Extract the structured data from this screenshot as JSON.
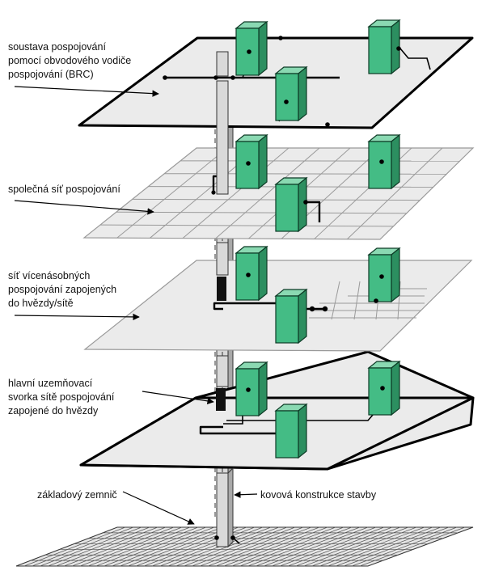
{
  "labels": {
    "brc_line1": "soustava pospojování",
    "brc_line2": "pomocí obvodového vodiče",
    "brc_line3": "pospojování (BRC)",
    "mesh_line1": "společná síť pospojování",
    "multi_line1": "síť vícenásobných",
    "multi_line2": "pospojování zapojených",
    "multi_line3": "do hvězdy/sítě",
    "star_line1": "hlavní uzemňovací",
    "star_line2": "svorka sítě pospojování",
    "star_line3": "zapojené do hvězdy",
    "ground_electrode": "základový zemnič",
    "metal_structure": "kovová konstrukce stavby"
  },
  "colors": {
    "cabinet": "#44bc85",
    "plane": "#ebebeb",
    "conductor": "#000000"
  }
}
